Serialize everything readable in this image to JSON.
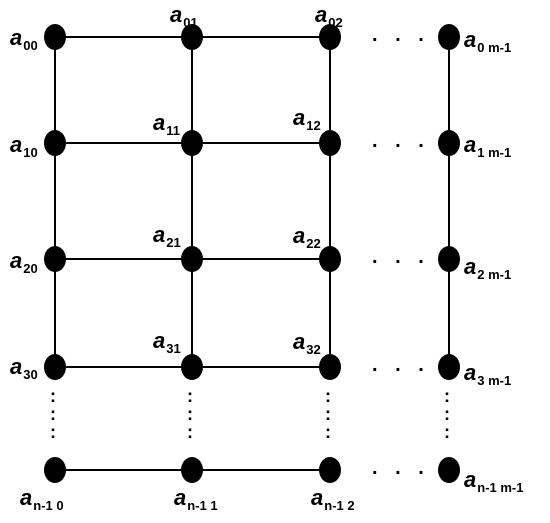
{
  "diagram": {
    "colors": {
      "node": "#000000",
      "edge": "#000000",
      "background": "#ffffff"
    },
    "ellipsis_h": ". . .",
    "ellipsis_v": ":",
    "nodes": [
      {
        "id": "n00",
        "base": "a",
        "sub": "00"
      },
      {
        "id": "n01",
        "base": "a",
        "sub": "01"
      },
      {
        "id": "n02",
        "base": "a",
        "sub": "02"
      },
      {
        "id": "n0m",
        "base": "a",
        "sub": "0 m-1"
      },
      {
        "id": "n10",
        "base": "a",
        "sub": "10"
      },
      {
        "id": "n11",
        "base": "a",
        "sub": "11"
      },
      {
        "id": "n12",
        "base": "a",
        "sub": "12"
      },
      {
        "id": "n1m",
        "base": "a",
        "sub": "1 m-1"
      },
      {
        "id": "n20",
        "base": "a",
        "sub": "20"
      },
      {
        "id": "n21",
        "base": "a",
        "sub": "21"
      },
      {
        "id": "n22",
        "base": "a",
        "sub": "22"
      },
      {
        "id": "n2m",
        "base": "a",
        "sub": "2 m-1"
      },
      {
        "id": "n30",
        "base": "a",
        "sub": "30"
      },
      {
        "id": "n31",
        "base": "a",
        "sub": "31"
      },
      {
        "id": "n32",
        "base": "a",
        "sub": "32"
      },
      {
        "id": "n3m",
        "base": "a",
        "sub": "3 m-1"
      },
      {
        "id": "nn0",
        "base": "a",
        "sub": "n-1 0"
      },
      {
        "id": "nn1",
        "base": "a",
        "sub": "n-1 1"
      },
      {
        "id": "nn2",
        "base": "a",
        "sub": "n-1 2"
      },
      {
        "id": "nnm",
        "base": "a",
        "sub": "n-1 m-1"
      }
    ]
  }
}
